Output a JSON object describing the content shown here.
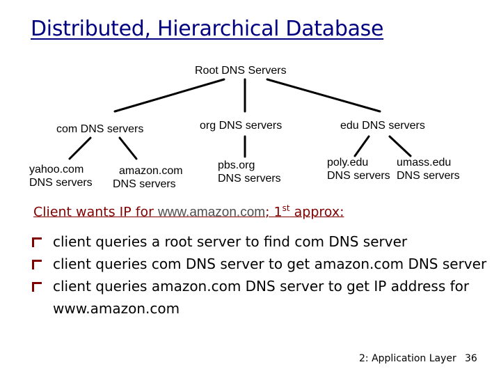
{
  "title": "Distributed, Hierarchical Database",
  "tree": {
    "root": "Root DNS Servers",
    "com": "com DNS servers",
    "org": "org DNS servers",
    "edu": "edu DNS servers",
    "yahoo": [
      "yahoo.com",
      "DNS servers"
    ],
    "amazon": [
      "amazon.com",
      "DNS servers"
    ],
    "pbs": [
      "pbs.org",
      "DNS servers"
    ],
    "poly": [
      "poly.edu",
      "DNS servers"
    ],
    "umass": [
      "umass.edu",
      "DNS servers"
    ]
  },
  "scenario": {
    "prefix": "Client wants IP for ",
    "url": "www.amazon.com",
    "suffix_before_sup": "; 1",
    "sup": "st",
    "suffix_after_sup": " approx:"
  },
  "bullets": [
    "client queries a root server to find com DNS server",
    "client queries com DNS server to get amazon.com DNS server",
    "client queries amazon.com DNS server to get  IP address for www.amazon.com"
  ],
  "footer": {
    "chapter": "2: Application Layer",
    "page": "36"
  },
  "colors": {
    "title": "#000080",
    "scenario": "#800000",
    "bullet": "#800000"
  }
}
